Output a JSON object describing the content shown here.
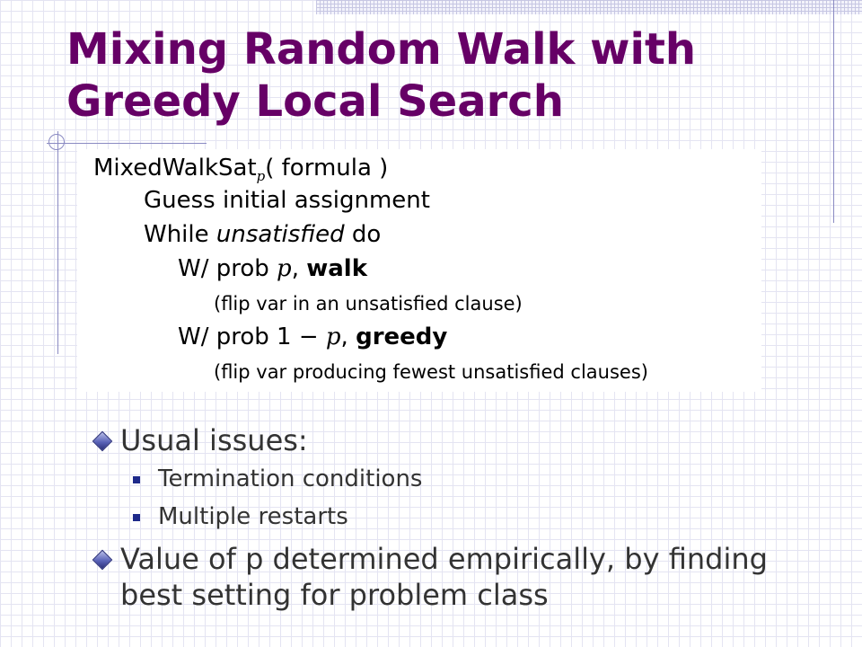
{
  "slide": {
    "title_line1": "Mixing Random Walk with",
    "title_line2": "Greedy Local Search",
    "algorithm": {
      "name": "MixedWalkSat",
      "name_subscript": "p",
      "name_args": "( formula )",
      "guess": "Guess initial assignment",
      "while_prefix": "While ",
      "while_condition": "unsatisfied",
      "while_suffix": " do",
      "walk_prefix": "W/ prob ",
      "walk_prob": "p",
      "walk_sep": ", ",
      "walk_label": "walk",
      "walk_note": "(flip var in an unsatisfied clause)",
      "greedy_prefix": "W/ prob 1 − ",
      "greedy_prob": "p",
      "greedy_sep": ", ",
      "greedy_label": "greedy",
      "greedy_note": "(flip var producing fewest unsatisfied clauses)"
    },
    "bullets": {
      "issues": "Usual issues:",
      "issue_items": [
        "Termination conditions",
        "Multiple restarts"
      ],
      "value_line1": "Value of p determined empirically, by finding",
      "value_line2": "best setting for problem class"
    },
    "colors": {
      "title": "#660066",
      "body_text": "#333333",
      "bullet": "#1e2a8a",
      "grid": "#e4e4f2"
    }
  }
}
